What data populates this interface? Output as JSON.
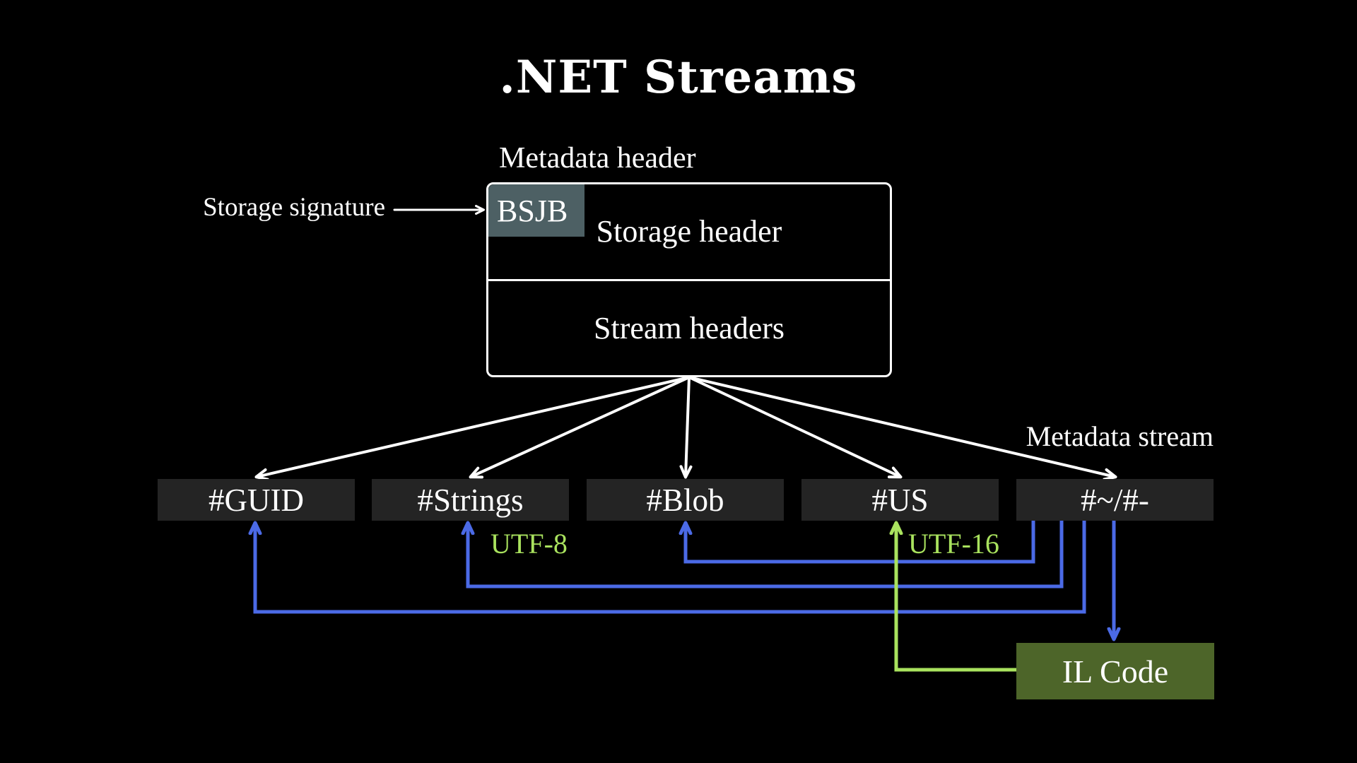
{
  "title": ".NET Streams",
  "labels": {
    "metadata_header": "Metadata header",
    "storage_signature": "Storage signature",
    "signature_value": "BSJB",
    "storage_header": "Storage header",
    "stream_headers": "Stream headers",
    "metadata_stream": "Metadata stream",
    "utf8": "UTF-8",
    "utf16": "UTF-16",
    "il_code": "IL Code"
  },
  "streams": [
    {
      "label": "#GUID"
    },
    {
      "label": "#Strings"
    },
    {
      "label": "#Blob"
    },
    {
      "label": "#US"
    },
    {
      "label": "#~/#-"
    }
  ],
  "colors": {
    "background": "#000000",
    "text_primary": "#ffffff",
    "stream_box_fill": "#242424",
    "signature_chip_fill": "#4d6064",
    "il_code_fill": "#4d6529",
    "reference_blue": "#4b6ae6",
    "encoding_green": "#a9e25e"
  }
}
